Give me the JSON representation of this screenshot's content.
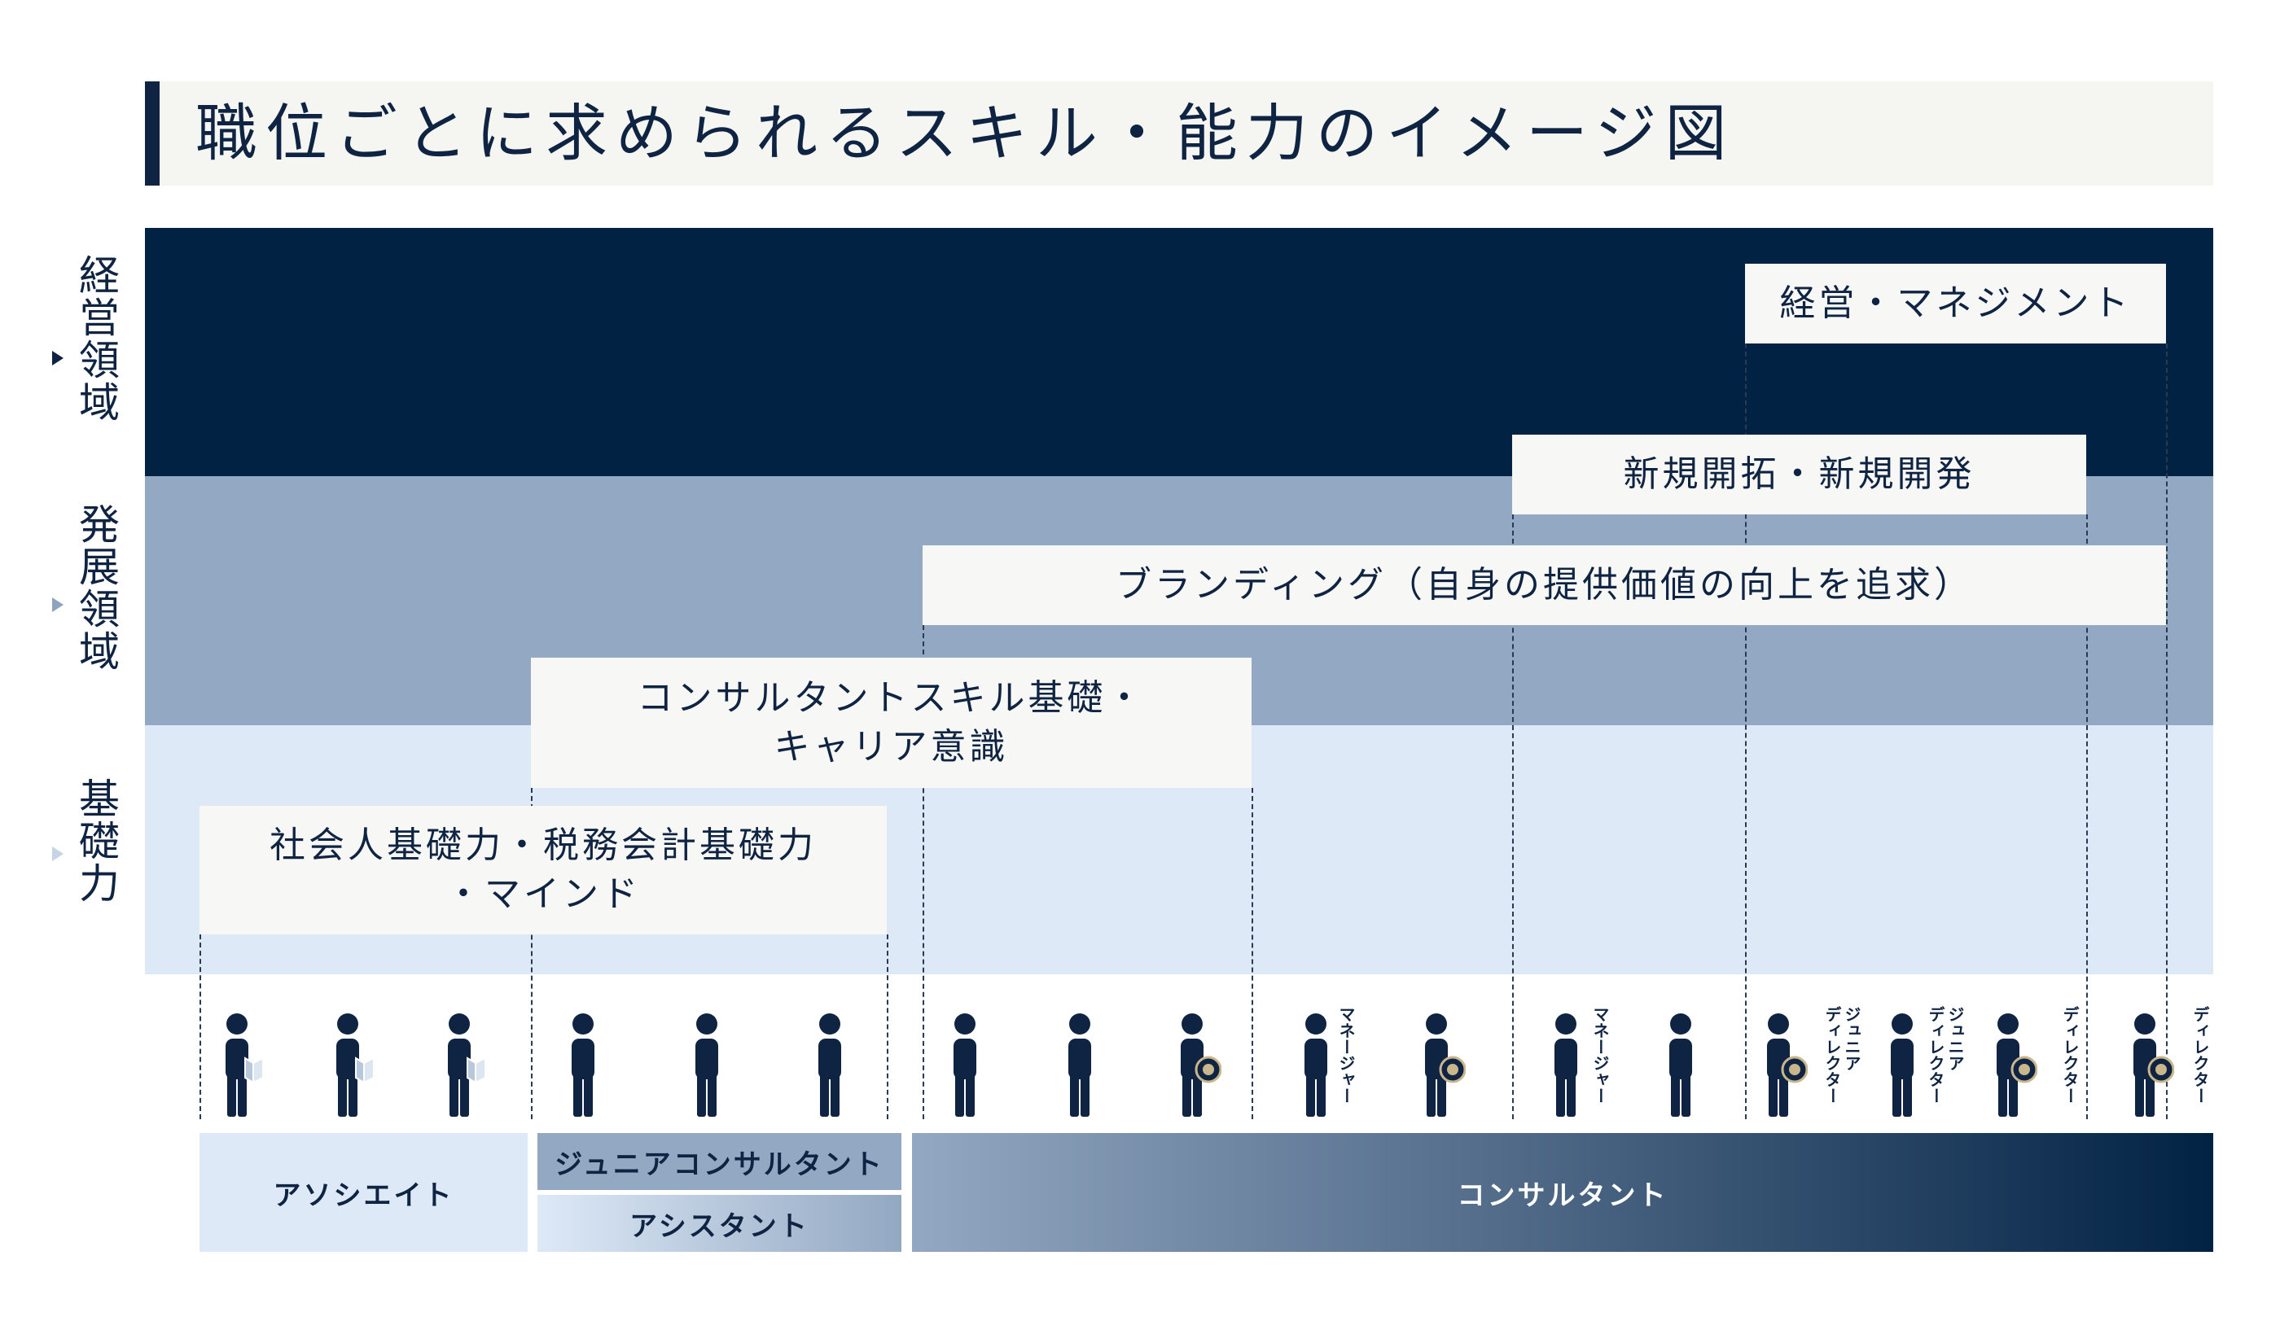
{
  "title": "職位ごとに求められるスキル・能力のイメージ図",
  "rows": {
    "management": "経営領域",
    "development": "発展領域",
    "foundation": "基礎力"
  },
  "skills": {
    "management": "経営・マネジメント",
    "new_business": "新規開拓・新規開発",
    "branding": "ブランディング（自身の提供価値の向上を追求）",
    "consultant_basics": "コンサルタントスキル基礎・\nキャリア意識",
    "social_basics": "社会人基礎力・税務会計基礎力\n・マインド"
  },
  "role_tags": {
    "manager_1": "マネージャー",
    "manager_2": "マネージャー",
    "junior_director_1": "ジュニア\nディレクター",
    "junior_director_2": "ジュニア\nディレクター",
    "director_1": "ディレクター",
    "director_2": "ディレクター"
  },
  "roles": {
    "associate": "アソシエイト",
    "junior_consultant": "ジュニアコンサルタント",
    "assistant": "アシスタント",
    "consultant": "コンサルタント"
  },
  "colors": {
    "navy": "#022244",
    "mid_blue": "#93a8c2",
    "light_blue": "#dde9f7",
    "box": "#f7f7f5",
    "badge_gold": "#c9b68a"
  }
}
